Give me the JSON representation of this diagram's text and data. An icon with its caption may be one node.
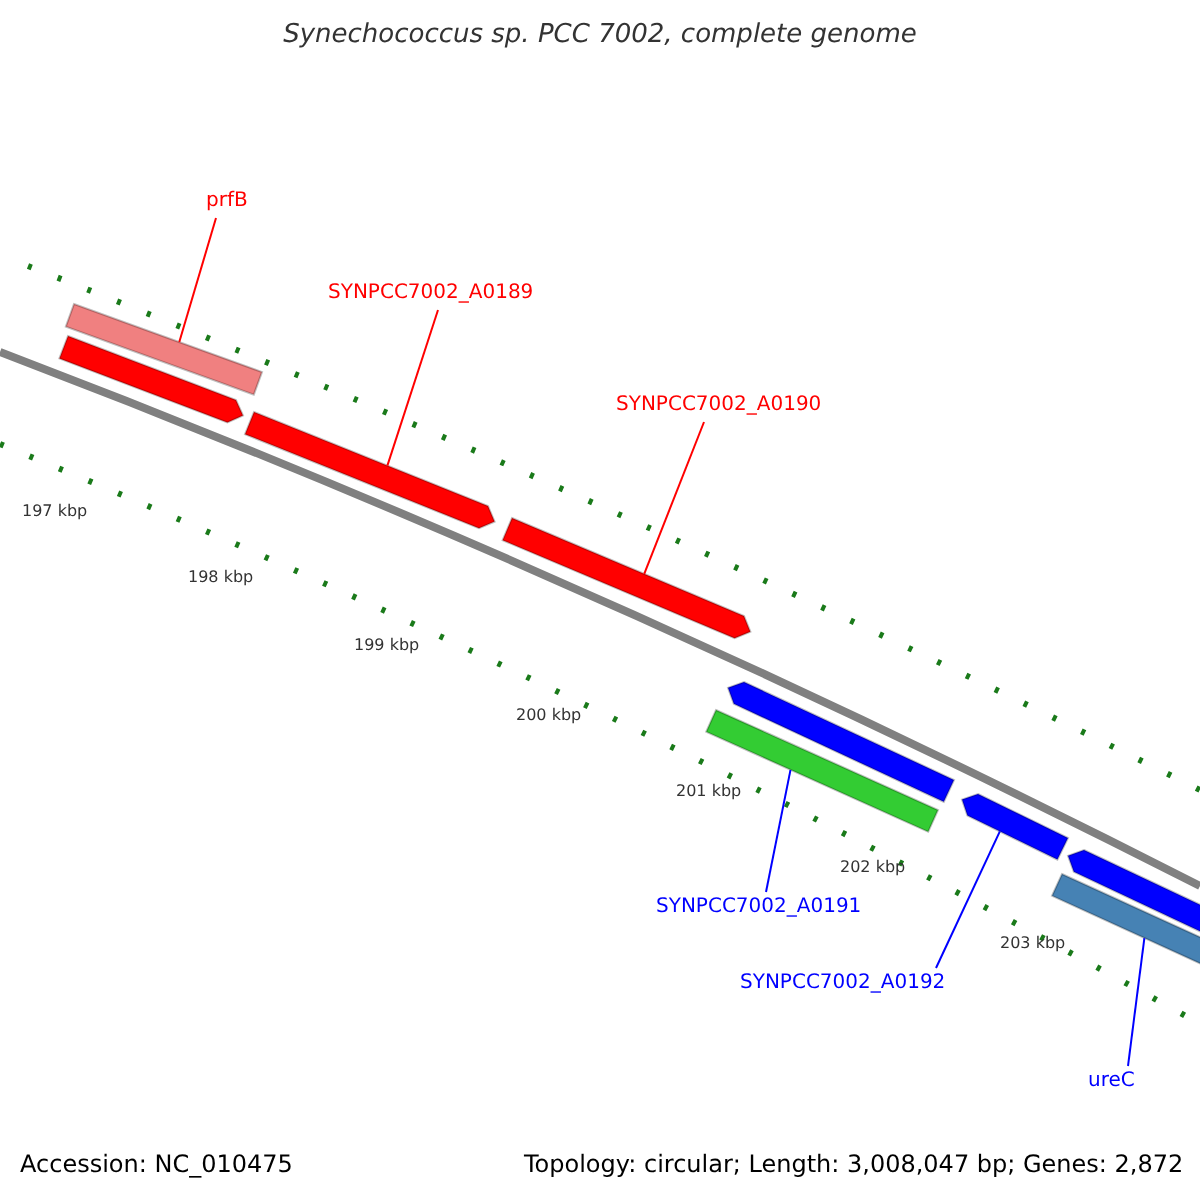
{
  "diagram": {
    "title": "Synechococcus sp. PCC 7002, complete genome",
    "nodes": [
      {
        "text": [
          "prfB"
        ]
      },
      {
        "text": [],
        "shape": "bar"
      },
      {
        "text": [],
        "shape": "arrow"
      },
      {
        "text": [
          "SYNPCC7002_A0189"
        ]
      },
      {
        "text": [],
        "shape": "arrow"
      },
      {
        "text": [
          "SYNPCC7002_A0190"
        ]
      },
      {
        "text": [],
        "shape": "arrow"
      },
      {
        "text": [],
        "shape": "arrow"
      },
      {
        "text": [],
        "shape": "bar"
      },
      {
        "text": [
          "SYNPCC7002_A0191"
        ]
      },
      {
        "text": [],
        "shape": "arrow"
      },
      {
        "text": [
          "SYNPCC7002_A0192"
        ]
      },
      {
        "text": [],
        "shape": "arrow"
      },
      {
        "text": [],
        "shape": "bar"
      },
      {
        "text": [
          "ureC"
        ]
      }
    ],
    "edges": [
      {
        "from": 0,
        "to": 1,
        "arrow": "none"
      },
      {
        "from": 3,
        "to": 4,
        "arrow": "none"
      },
      {
        "from": 5,
        "to": 6,
        "arrow": "none"
      },
      {
        "from": 9,
        "to": 8,
        "arrow": "none",
        "color": "#0000ff"
      },
      {
        "from": 11,
        "to": 10,
        "arrow": "none",
        "color": "#0000ff"
      },
      {
        "from": 14,
        "to": 13,
        "arrow": "none",
        "color": "#0000ff"
      }
    ],
    "labels": [
      "197 kbp",
      "198 kbp",
      "199 kbp",
      "200 kbp",
      "201 kbp",
      "202 kbp",
      "203 kbp",
      "Accession: NC_010475",
      "Topology: circular; Length: 3,008,047 bp; Genes: 2,872"
    ]
  }
}
